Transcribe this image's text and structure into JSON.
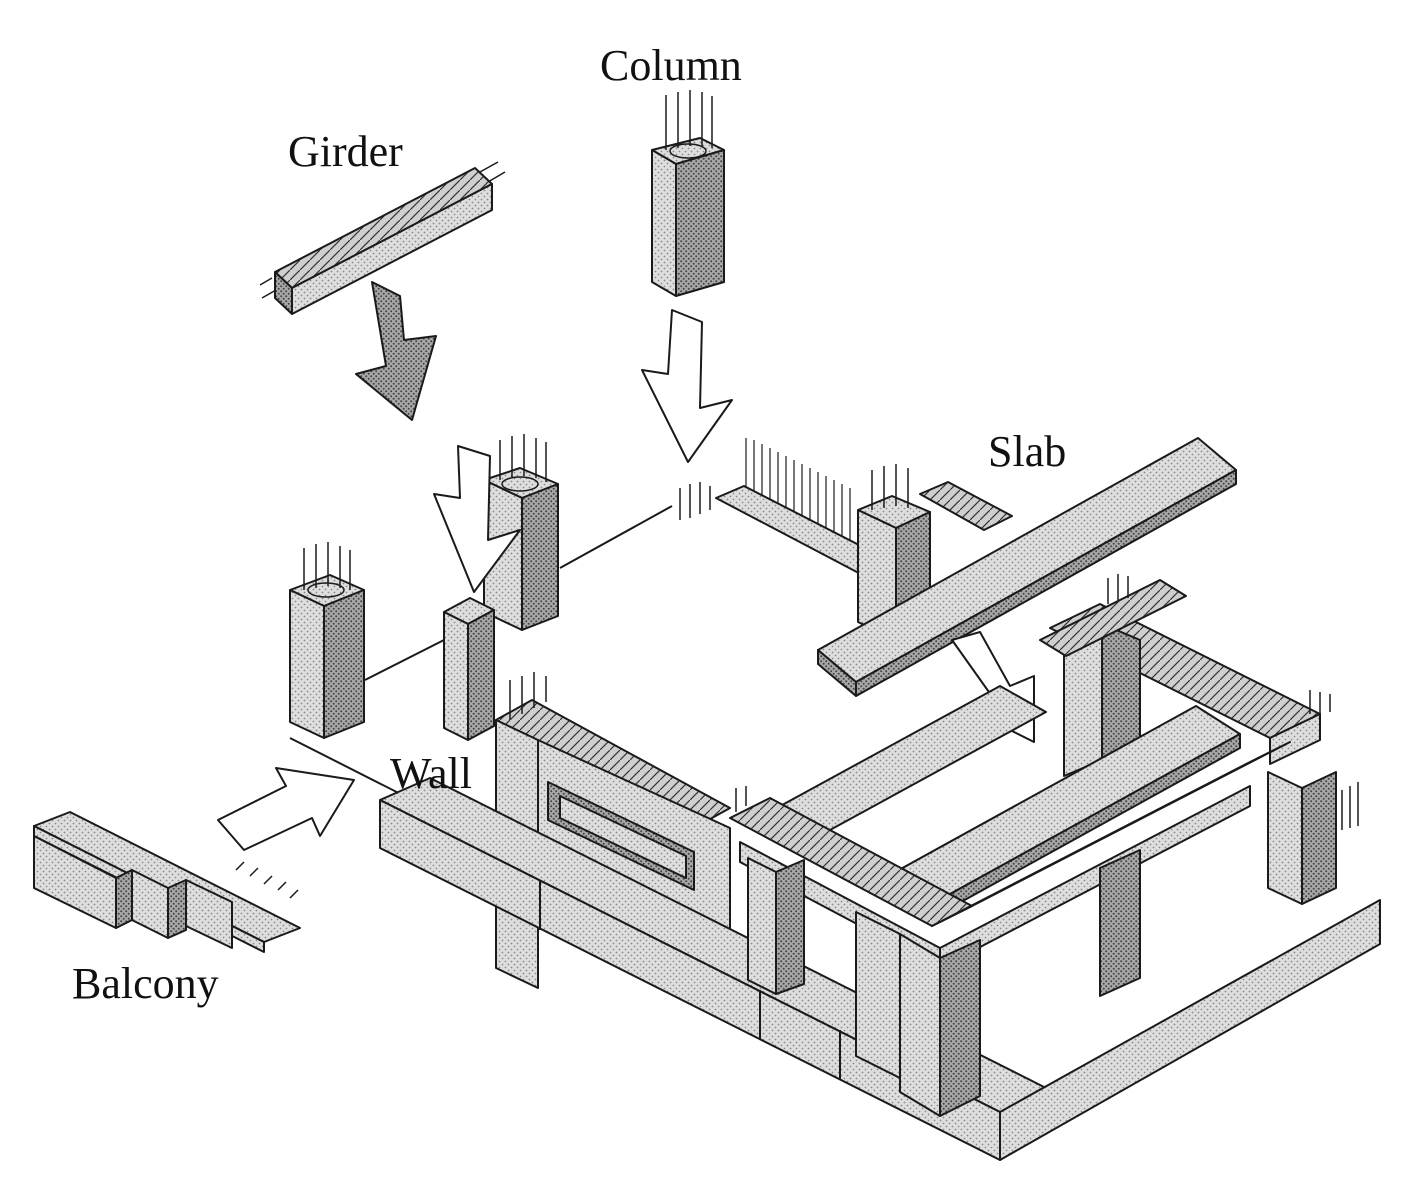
{
  "labels": {
    "column": "Column",
    "girder": "Girder",
    "slab": "Slab",
    "wall": "Wall",
    "balcony": "Balcony"
  },
  "colors": {
    "line": "#1a1a1a",
    "fill_light": "#d9d9d9",
    "fill_dark": "#9a9a9a",
    "arrow_dark": "#8c8c8c",
    "arrow_light": "#ffffff"
  }
}
